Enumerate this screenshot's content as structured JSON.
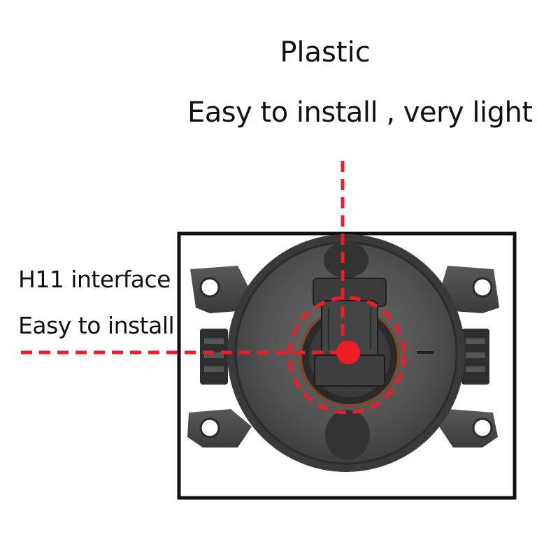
{
  "callouts": {
    "top_line1": "Plastic",
    "top_line2": "Easy to install , very light",
    "left_line1": "H11 interface",
    "left_line2": "Easy to install"
  },
  "colors": {
    "marker": "#ee1c25",
    "frame": "#111111",
    "housing": "#4a4a4a",
    "background": "#ffffff"
  }
}
